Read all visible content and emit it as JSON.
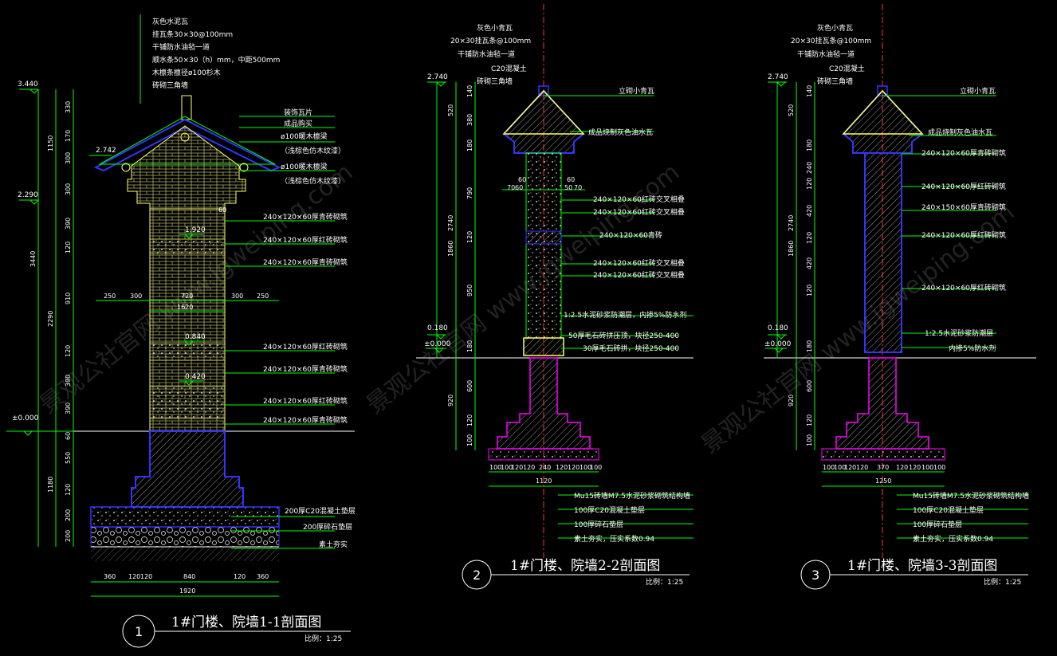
{
  "sections": [
    {
      "id": "s1",
      "number": "1",
      "title": "1#门楼、院墙1-1剖面图",
      "scale": "比例：1:25",
      "top_notes": [
        "灰色水泥瓦",
        "挂瓦条30×30@100mm",
        "干铺防水油毡一道",
        "顺水条50×30（h）mm，中距500mm",
        "木檩条檩径ø100杉木",
        "砖砌三角墙"
      ],
      "right_notes": [
        "装饰瓦片",
        "成品购买",
        "ø100暖木檩梁",
        "（浅棕色仿木纹漆）",
        "ø100暖木檩梁",
        "（浅棕色仿木纹漆）",
        "240×120×60厚青砖砌筑",
        "240×120×60厚红砖砌筑",
        "240×120×60厚青砖砌筑",
        "240×120×60厚红砖砌筑",
        "240×120×60厚青砖砌筑",
        "240×120×60厚红砖砌筑",
        "240×120×60厚青砖砌筑"
      ],
      "foundation_notes": [
        "200厚C20混凝土垫层",
        "200厚碎石垫层",
        "素土夯实"
      ],
      "elevations": [
        "3.440",
        "2.742",
        "2.290",
        "1.920",
        "0.840",
        "0.420",
        "±0.000"
      ],
      "vertical_dims_outer": [
        "1150",
        "3440",
        "2290",
        "1180"
      ],
      "vertical_dims_inner": [
        "330",
        "170",
        "300",
        "300",
        "390",
        "120",
        "910",
        "120",
        "390",
        "390",
        "60",
        "550",
        "120",
        "200",
        "200"
      ],
      "mid_dims": [
        "250",
        "300",
        "720",
        "300",
        "250",
        "1620"
      ],
      "bottom_dims": [
        "360",
        "120",
        "120",
        "840",
        "120",
        "360",
        "1920"
      ],
      "small_dim": "60"
    },
    {
      "id": "s2",
      "number": "2",
      "title": "1#门楼、院墙2-2剖面图",
      "scale": "比例：1:25",
      "top_notes": [
        "灰色小青瓦",
        "20×30挂瓦条@100mm",
        "干铺防水油毡一道",
        "C20混凝土",
        "砖砌三角墙"
      ],
      "right_notes": [
        "立砌小青瓦",
        "成品烧制灰色油水瓦",
        "240×120×60红砖交叉相叠",
        "240×120×60红砖交叉相叠",
        "240×120×60青砖",
        "240×120×60红砖交叉相叠",
        "240×120×60红砖交叉相叠",
        "1:2.5水泥砂浆防潮层，内掺5%防水剂",
        "50厚毛石砖拼压顶，块径250-400",
        "30厚毛石砖拼，块径250-400"
      ],
      "foundation_notes": [
        "Mu15砖墙M7.5水泥砂浆砌筑结构墙",
        "100厚C20混凝土垫层",
        "100厚碎石垫层",
        "素土夯实，压实系数0.94"
      ],
      "elevations": [
        "2.740",
        "0.180",
        "±0.000"
      ],
      "vertical_dims_outer": [
        "2740",
        "920"
      ],
      "vertical_dims_inner": [
        "140",
        "520",
        "380",
        "180",
        "790",
        "1860",
        "120",
        "950",
        "180",
        "600",
        "120",
        "100"
      ],
      "top_dims": [
        "60",
        "60",
        "70",
        "60",
        "50",
        "70"
      ],
      "bottom_dims": [
        "100",
        "100",
        "120",
        "120",
        "240",
        "120",
        "120",
        "100",
        "100",
        "1120"
      ]
    },
    {
      "id": "s3",
      "number": "3",
      "title": "1#门楼、院墙3-3剖面图",
      "scale": "比例：1:25",
      "top_notes": [
        "灰色小青瓦",
        "20×30挂瓦条@100mm",
        "干铺防水油毡一道",
        "C20混凝土",
        "砖砌三角墙"
      ],
      "right_notes": [
        "立砌小青瓦",
        "成品烧制灰色油水瓦",
        "240×120×60厚青砖砌筑",
        "240×120×60厚红砖砌筑",
        "240×150×60厚青砖砌筑",
        "240×120×60厚红砖砌筑",
        "240×120×60厚红砖砌筑",
        "1:2.5水泥砂浆防潮层",
        "内掺5%防水剂"
      ],
      "foundation_notes": [
        "Mu15砖墙M7.5水泥砂浆砌筑结构墙",
        "100厚C20混凝土垫层",
        "100厚碎石垫层",
        "素土夯实，压实系数0.94"
      ],
      "elevations": [
        "2.740",
        "0.180",
        "±0.000"
      ],
      "vertical_dims_outer": [
        "2740",
        "920"
      ],
      "vertical_dims_inner": [
        "140",
        "520",
        "180",
        "240",
        "120",
        "420",
        "1860",
        "120",
        "420",
        "120",
        "180",
        "600",
        "120",
        "100"
      ],
      "bottom_dims": [
        "100",
        "100",
        "120",
        "120",
        "370",
        "120",
        "120",
        "100",
        "100",
        "1250"
      ]
    }
  ],
  "watermarks": [
    "景观公社官网 www.jgweiping.com",
    "景观公社官网 www.jgweiping.com",
    "景观公社官网 www.jgweiping.com"
  ],
  "colors": {
    "background": "#000000",
    "dimension": "#00ff00",
    "masonry": "#ffff66",
    "outline": "#3333ff",
    "foundation": "#ff00ff",
    "centerline": "#ff3333",
    "text": "#ffffff"
  }
}
